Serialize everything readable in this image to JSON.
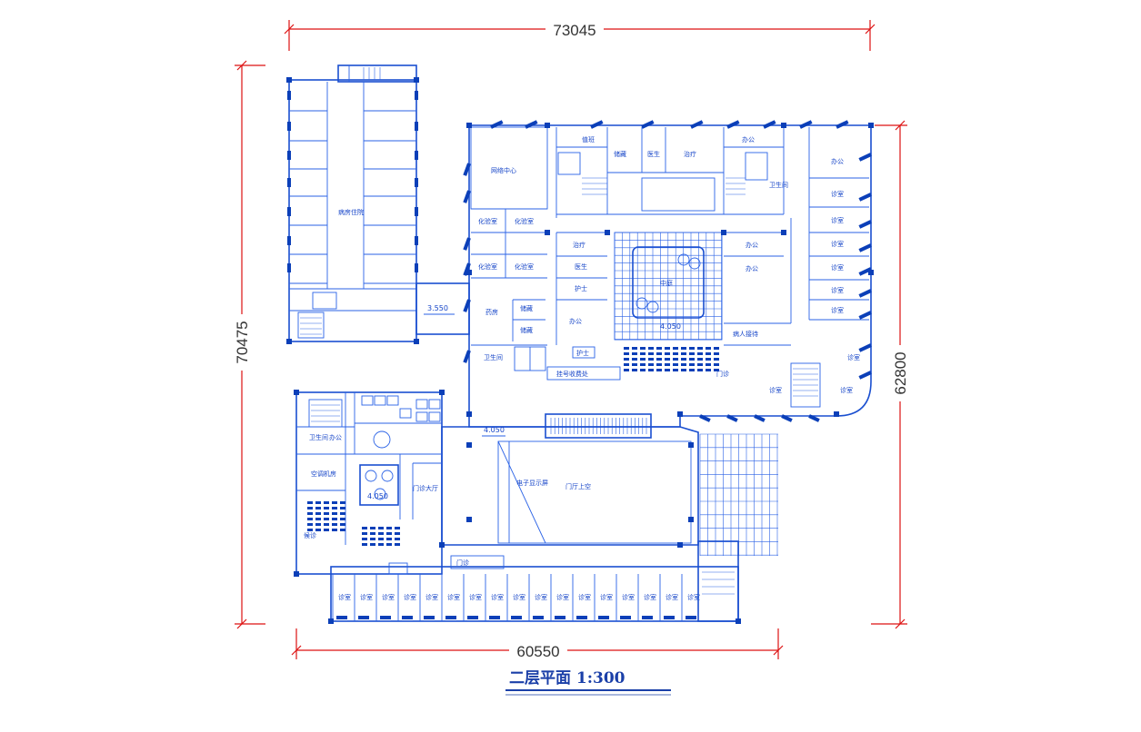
{
  "dimensions": {
    "top_width": "73045",
    "left_height": "70475",
    "right_height": "62800",
    "bottom_width": "60550"
  },
  "title": "二层平面 1:300",
  "elevations": [
    "3.550",
    "4.050",
    "4.050",
    "4.050"
  ],
  "rooms": {
    "ward_corridor": "病房住院",
    "network_center": "网络中心",
    "atrium": "中庭",
    "door_hall_top": "门厅上空",
    "electronic_screen": "电子显示屏",
    "hospital_office": "病人接待",
    "outpatient": "门诊",
    "dispensary": "药房",
    "registration": "挂号收费处",
    "outpatient_hall": "门诊大厅",
    "ac_room": "空调机房",
    "waiting": "候诊",
    "stairs": "楼梯",
    "toilet": "卫生间",
    "doctor": "医生",
    "nurse": "护士",
    "office": "办公",
    "treatment": "治疗",
    "exam": "诊室",
    "duty": "值班",
    "store": "储藏",
    "lab": "化验室",
    "room": "诊室"
  }
}
